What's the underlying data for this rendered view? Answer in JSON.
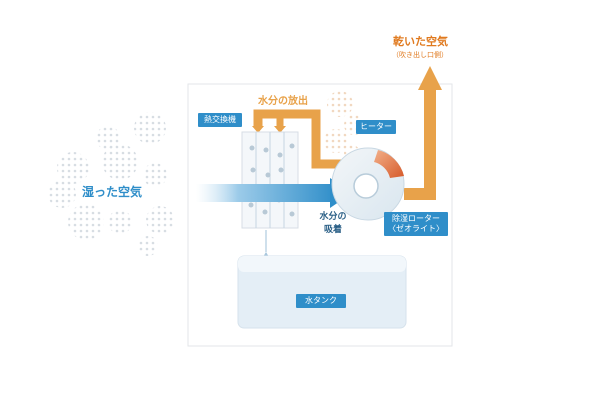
{
  "colors": {
    "blue_label": "#2f8ec9",
    "orange": "#e8a24a",
    "orange_dark": "#e07a1f",
    "text_blue": "#2d7fb8",
    "text_dark_blue": "#2a5f86",
    "heater": "#d65a2a"
  },
  "labels": {
    "moist_air": "湿った空気",
    "dry_air": "乾いた空気",
    "dry_air_sub": "（吹き出し口側）",
    "heat_exchanger": "熱交換機",
    "moisture_release": "水分の放出",
    "heater": "ヒーター",
    "moisture_absorb_line1": "水分の",
    "moisture_absorb_line2": "吸着",
    "rotor_line1": "除湿ローター",
    "rotor_line2": "〈ゼオライト〉",
    "water_tank": "水タンク"
  },
  "icons": {
    "up_arrow": "up-arrow-icon",
    "right_arrow": "right-arrow-icon",
    "water_drop": "water-drop-icon"
  }
}
